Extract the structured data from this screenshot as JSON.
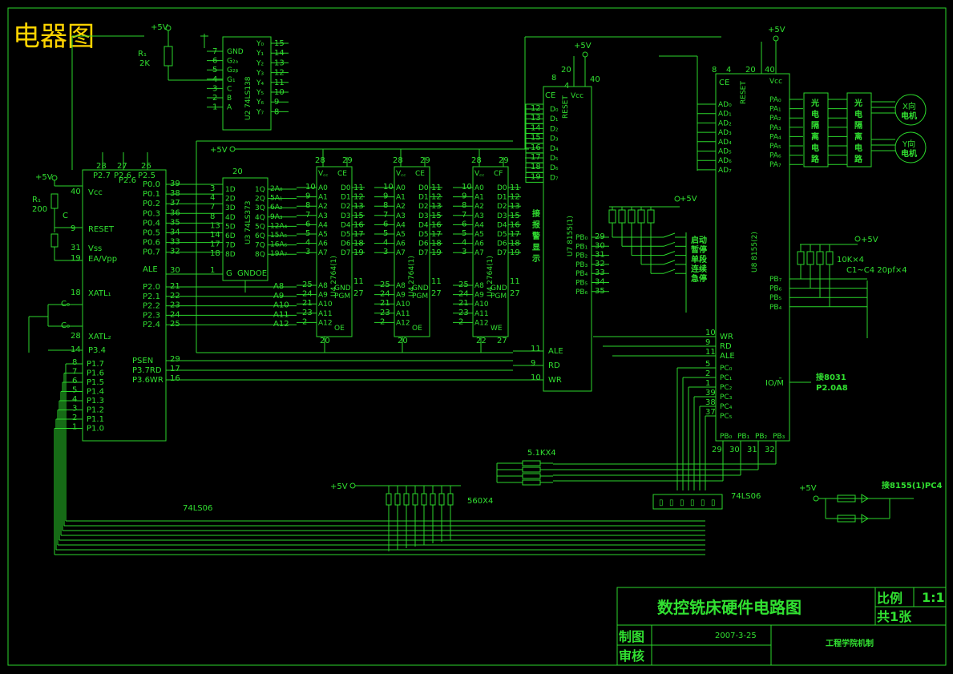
{
  "title": "电器图",
  "colors": {
    "line": "#2bd62b",
    "title": "#ffd400",
    "background": "#000000"
  },
  "power": {
    "vcc": "+5V"
  },
  "resistors": {
    "r_top": "R₁",
    "r_top_val": "2K",
    "r_rst": "R₁",
    "r_rst_val": "200"
  },
  "mcu": {
    "left_pins": [
      "Vcc",
      "RESET",
      "Vss",
      "EA/Vpp",
      "XATL₁",
      "XATL₂",
      "P3.4"
    ],
    "left_nums": [
      "40",
      "9",
      "31",
      "19",
      "18",
      "28",
      "14"
    ],
    "p1": [
      "P1.7",
      "P1.6",
      "P1.5",
      "P1.4",
      "P1.3",
      "P1.2",
      "P1.1",
      "P1.0"
    ],
    "p1_nums": [
      "8",
      "7",
      "6",
      "5",
      "4",
      "3",
      "2",
      "1"
    ],
    "p0": [
      "P0.0",
      "P0.1",
      "P0.2",
      "P0.3",
      "P0.4",
      "P0.5",
      "P0.6",
      "P0.7"
    ],
    "p0_nums": [
      "39",
      "38",
      "37",
      "36",
      "35",
      "34",
      "33",
      "32"
    ],
    "p2": [
      "P2.0",
      "P2.1",
      "P2.2",
      "P2.3",
      "P2.4"
    ],
    "p2_nums": [
      "21",
      "22",
      "23",
      "24",
      "25"
    ],
    "top_labels": [
      "P2.7",
      "P2.6",
      "P2.5"
    ],
    "top_nums": [
      "28",
      "27",
      "26"
    ],
    "ale": "ALE",
    "ale_num": "30",
    "ctrl": [
      "PSEN",
      "P3.7RD",
      "P3.6WR"
    ],
    "ctrl_nums": [
      "29",
      "17",
      "16"
    ]
  },
  "u2": {
    "name": "U2 74LS138",
    "pins_left": [
      "GND",
      "G₂ₐ",
      "G₂ᵦ",
      "G₁",
      "C",
      "B",
      "A"
    ],
    "nums_left": [
      "7",
      "6",
      "5",
      "4",
      "3",
      "2",
      "1"
    ],
    "outs": [
      "Y₀",
      "Y₁",
      "Y₂",
      "Y₃",
      "Y₄",
      "Y₅",
      "Y₆",
      "Y₇"
    ],
    "nums_out": [
      "15",
      "14",
      "13",
      "12",
      "11",
      "10",
      "9",
      "8"
    ]
  },
  "u3": {
    "name": "U3 74LS373",
    "d": [
      "1D",
      "2D",
      "3D",
      "4D",
      "5D",
      "6D",
      "7D",
      "8D"
    ],
    "q": [
      "1Q",
      "2Q",
      "3Q",
      "4Q",
      "5Q",
      "6Q",
      "7Q",
      "8Q"
    ],
    "din": [
      "3",
      "4",
      "7",
      "8",
      "13",
      "14",
      "17",
      "18"
    ],
    "qout": [
      "2",
      "5",
      "6",
      "9",
      "12",
      "15",
      "16",
      "19"
    ],
    "a": [
      "2A₀",
      "5A₁",
      "6A₂",
      "9A₃",
      "12A₄",
      "15A₅",
      "16A₆",
      "19A₇"
    ],
    "g": "G",
    "gnd": "GNDOE",
    "pin20": "20",
    "pin1": "1"
  },
  "eprom": [
    {
      "name": "U4 2764(1)",
      "top": [
        "28",
        "29"
      ],
      "labels": [
        "V꜀꜀",
        "CE"
      ]
    },
    {
      "name": "U4 2764(1)",
      "top": [
        "28",
        "29"
      ],
      "labels": [
        "V꜀꜀",
        "CE"
      ]
    },
    {
      "name": "U4 2764(1)",
      "top": [
        "28",
        "29"
      ],
      "labels": [
        "V꜀꜀",
        "CF"
      ]
    }
  ],
  "eprom_common": {
    "a_nums": [
      "10",
      "9",
      "8",
      "7",
      "6",
      "5",
      "4",
      "3"
    ],
    "d_nums": [
      "11",
      "12",
      "13",
      "15",
      "16",
      "17",
      "18",
      "19"
    ],
    "hi_nums": [
      "25",
      "24",
      "21",
      "23",
      "2"
    ],
    "hi_lbl": [
      "A8",
      "A9",
      "A10",
      "A11",
      "A12"
    ],
    "gnd": "GND",
    "pgm": "PGM",
    "oe": "OE",
    "we": "WE",
    "pin20": "20",
    "pin22": "22",
    "pin27": "27",
    "pin11": "11"
  },
  "addr_labels": [
    "A8",
    "A9",
    "A10",
    "A11",
    "A12"
  ],
  "u7": {
    "name": "U7 8155(1)",
    "top": [
      "20",
      "8",
      "4",
      "40"
    ],
    "ce": "CE",
    "reset": "RESET",
    "vcc": "Vcc",
    "d_nums": [
      "12",
      "13",
      "14",
      "15",
      "16",
      "17",
      "18",
      "19"
    ],
    "d": [
      "D₀",
      "D₁",
      "D₂",
      "D₃",
      "D₄",
      "D₅",
      "D₆",
      "D₇"
    ],
    "pb_nums": [
      "29",
      "30",
      "31",
      "32",
      "33",
      "34",
      "35"
    ],
    "pb": [
      "PB₀",
      "PB₁",
      "PB₂",
      "PB₃",
      "PB₄",
      "PB₅",
      "PB₆"
    ],
    "ctrl": [
      "ALE",
      "RD",
      "WR"
    ],
    "ctrl_nums": [
      "11",
      "9",
      "10"
    ],
    "side_label": "接报警显示"
  },
  "u8": {
    "name": "U8 8155(2)",
    "top": [
      "8",
      "4",
      "20",
      "40"
    ],
    "ce": "CE",
    "reset": "RESET",
    "vcc": "Vcc",
    "ad": [
      "AD₀",
      "AD₁",
      "AD₂",
      "AD₃",
      "AD₄",
      "AD₅",
      "AD₆",
      "AD₇"
    ],
    "pa": [
      "PA₀",
      "PA₁",
      "PA₂",
      "PA₃",
      "PA₄",
      "PA₅",
      "PA₆",
      "PA₇"
    ],
    "pb_hi": [
      "PB₇",
      "PB₆",
      "PB₅",
      "PB₄"
    ],
    "ctrl": [
      "WR",
      "RD",
      "ALE"
    ],
    "ctrl_nums": [
      "10",
      "9",
      "11"
    ],
    "pc": [
      "PC₀",
      "PC₁",
      "PC₂",
      "PC₃",
      "PC₄",
      "PC₅"
    ],
    "pc_nums": [
      "5",
      "2",
      "1",
      "39",
      "38",
      "37"
    ],
    "pb_bot": [
      "PB₀",
      "PB₁",
      "PB₂",
      "PB₃"
    ],
    "pb_bot_nums": [
      "29",
      "30",
      "31",
      "32"
    ],
    "io": "IO/M̄",
    "io_note1": "接8031",
    "io_note2": "P2.0A8"
  },
  "opto": [
    {
      "lines": [
        "光",
        "电",
        "隔",
        "离",
        "电",
        "路"
      ]
    },
    {
      "lines": [
        "光",
        "电",
        "隔",
        "离",
        "电",
        "路"
      ]
    }
  ],
  "motors": [
    {
      "label1": "X向",
      "label2": "电机"
    },
    {
      "label1": "Y向",
      "label2": "电机"
    }
  ],
  "switches": [
    "启动",
    "暂停",
    "单段",
    "连续",
    "急停"
  ],
  "res_labels": {
    "r10k": "10K×4",
    "caps": "C1~C4  20pf×4",
    "r51": "5.1KX4",
    "r560": "560X4",
    "ls06a": "74LS06",
    "ls06b": "74LS06"
  },
  "caps": {
    "c0": "C₀",
    "c1": "C₀",
    "c2": "C"
  },
  "led_note": "接8155(1)PC4",
  "title_block": {
    "name": "数控铣床硬件电路图",
    "scale_lbl": "比例",
    "scale_val": "1:1",
    "sheets": "共1张",
    "draw": "制图",
    "check": "审核",
    "date": "2007-3-25",
    "org": "工程学院机制"
  }
}
